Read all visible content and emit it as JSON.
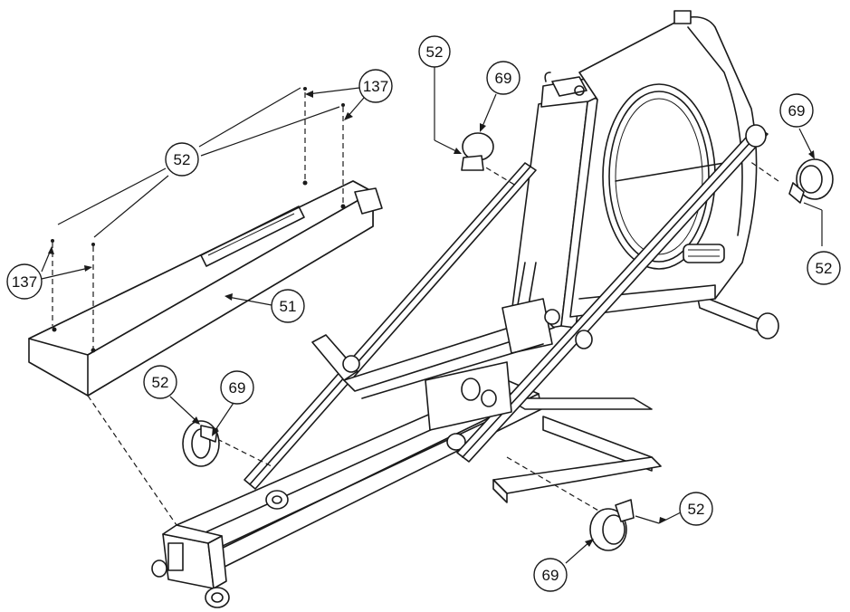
{
  "callouts": {
    "top_137": "137",
    "left_52": "52",
    "left_137": "137",
    "part_51": "51",
    "top_52": "52",
    "top_69": "69",
    "right_69": "69",
    "right_52": "52",
    "mid_52": "52",
    "mid_69": "69",
    "bottom_52": "52",
    "bottom_69": "69"
  },
  "colors": {
    "line": "#1a1a1a",
    "background": "#ffffff"
  }
}
